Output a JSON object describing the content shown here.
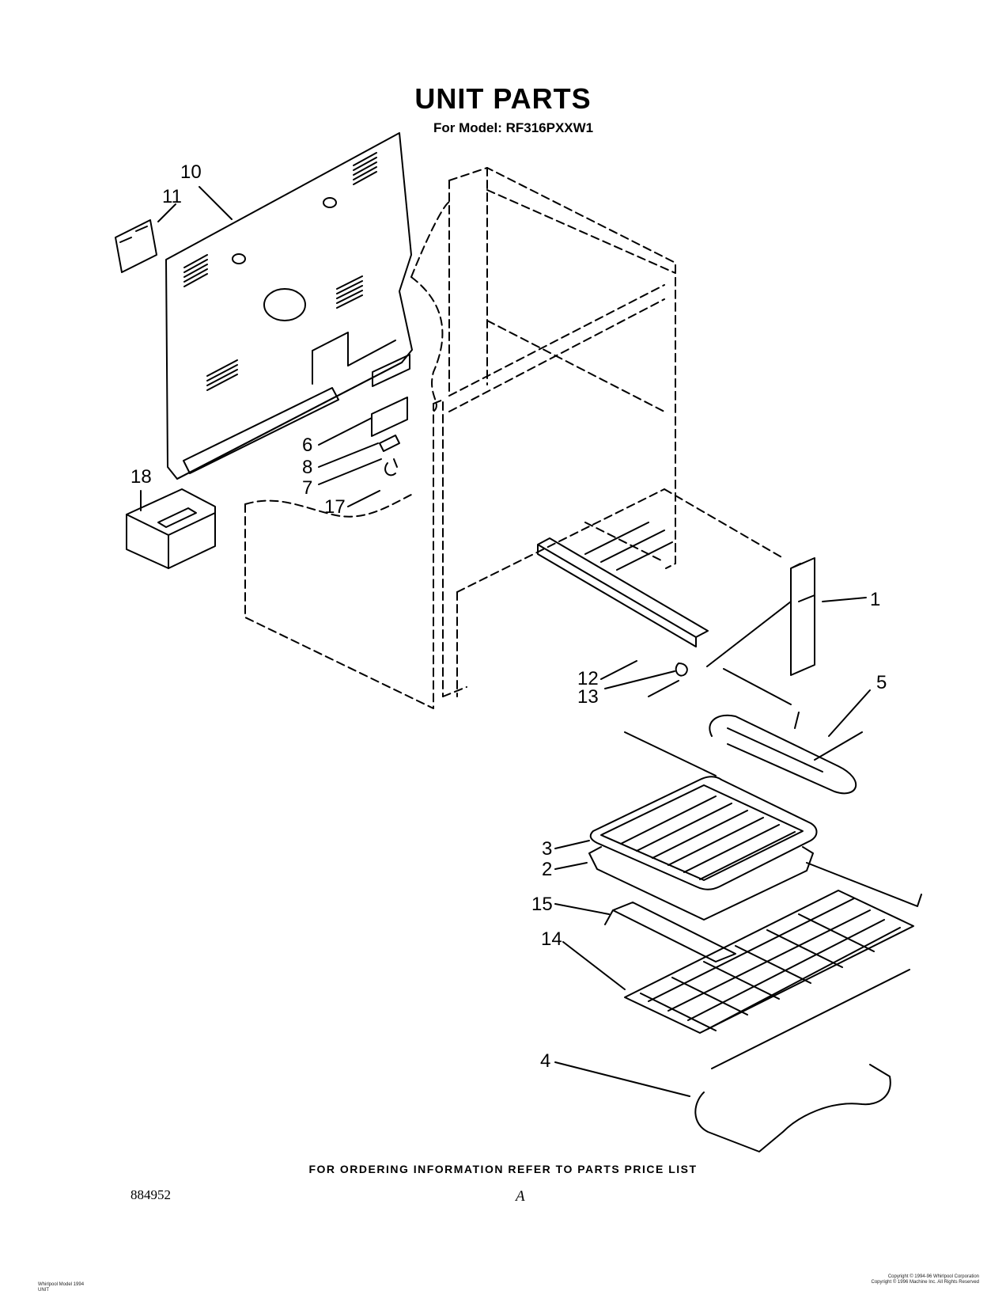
{
  "header": {
    "title": "UNIT PARTS",
    "model_line": "For Model: RF316PXXW1"
  },
  "callouts": [
    "10",
    "11",
    "18",
    "6",
    "8",
    "7",
    "17",
    "1",
    "12",
    "13",
    "5",
    "3",
    "2",
    "15",
    "14",
    "4"
  ],
  "footer": {
    "ordering_note": "FOR ORDERING INFORMATION REFER TO PARTS PRICE LIST",
    "document_number": "884952",
    "page_letter": "A",
    "fine_print_left": "Whirlpool Model 1994\nUNIT",
    "fine_print_right": "Copyright © 1994-96 Whirlpool Corporation\nCopyright © 1996 Machine Inc. All Rights Reserved"
  }
}
